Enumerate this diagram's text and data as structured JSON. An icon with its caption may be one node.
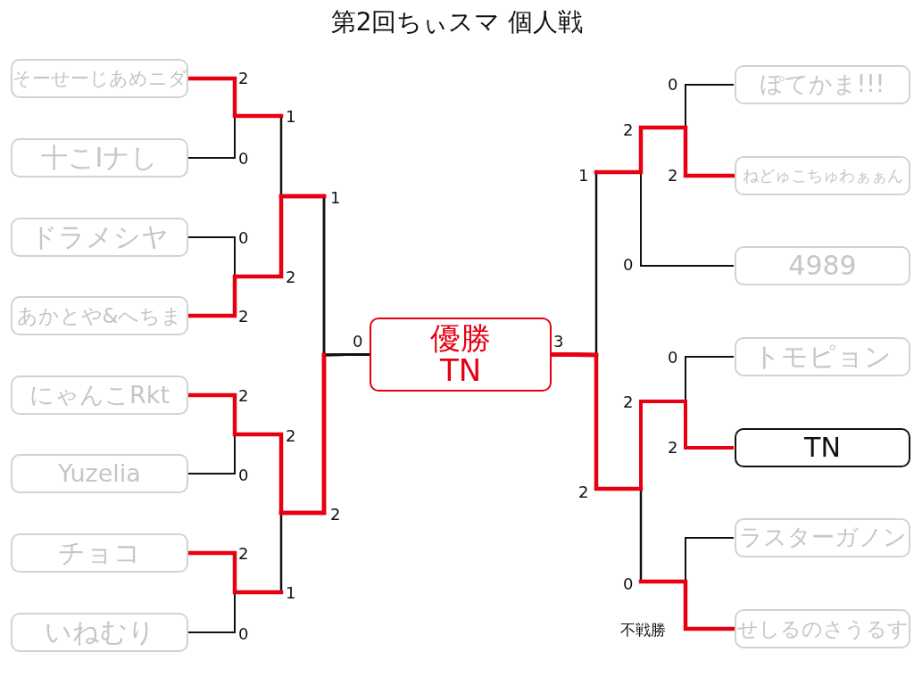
{
  "diagram": {
    "title": "第2回ちぃスマ 個人戦",
    "nodes": [
      {
        "text": [
          "そーせーじあめニダ"
        ]
      },
      {
        "text": [
          "十こIナし"
        ]
      },
      {
        "text": [
          "ドラメシヤ"
        ]
      },
      {
        "text": [
          "あかとや&へちま"
        ]
      },
      {
        "text": [
          "にゃんこRkt"
        ]
      },
      {
        "text": [
          "Yuzelia"
        ]
      },
      {
        "text": [
          "チョコ"
        ]
      },
      {
        "text": [
          "いねむり"
        ]
      },
      {
        "text": [
          "優勝",
          "TN"
        ]
      },
      {
        "text": [
          "ぽてかま!!!"
        ]
      },
      {
        "text": [
          "ねどゅこちゅわぁぁん"
        ]
      },
      {
        "text": [
          "4989"
        ]
      },
      {
        "text": [
          "トモピョン"
        ]
      },
      {
        "text": [
          "TN"
        ]
      },
      {
        "text": [
          "ラスターガノン"
        ]
      },
      {
        "text": [
          "せしるのさうるす"
        ]
      }
    ],
    "edges": [
      {
        "from": 0,
        "to": 8,
        "arrow": "none"
      },
      {
        "from": 1,
        "to": 8,
        "arrow": "none"
      },
      {
        "from": 2,
        "to": 8,
        "arrow": "none"
      },
      {
        "from": 3,
        "to": 8,
        "arrow": "none"
      },
      {
        "from": 4,
        "to": 8,
        "arrow": "none"
      },
      {
        "from": 5,
        "to": 8,
        "arrow": "none"
      },
      {
        "from": 6,
        "to": 8,
        "arrow": "none"
      },
      {
        "from": 7,
        "to": 8,
        "arrow": "none"
      },
      {
        "from": 9,
        "to": 8,
        "arrow": "none"
      },
      {
        "from": 10,
        "to": 8,
        "arrow": "none"
      },
      {
        "from": 11,
        "to": 8,
        "arrow": "none"
      },
      {
        "from": 12,
        "to": 8,
        "arrow": "none"
      },
      {
        "from": 13,
        "to": 8,
        "arrow": "none",
        "style": "thick",
        "color": "#e60012"
      },
      {
        "from": 14,
        "to": 8,
        "arrow": "none"
      },
      {
        "from": 15,
        "to": 8,
        "arrow": "none"
      }
    ],
    "labels": [
      "2",
      "0",
      "1",
      "0",
      "2",
      "2",
      "1",
      "2",
      "0",
      "2",
      "2",
      "0",
      "1",
      "2",
      "0",
      "3",
      "0",
      "2",
      "2",
      "1",
      "0",
      "0",
      "2",
      "2",
      "2",
      "0",
      "不戦勝"
    ]
  }
}
